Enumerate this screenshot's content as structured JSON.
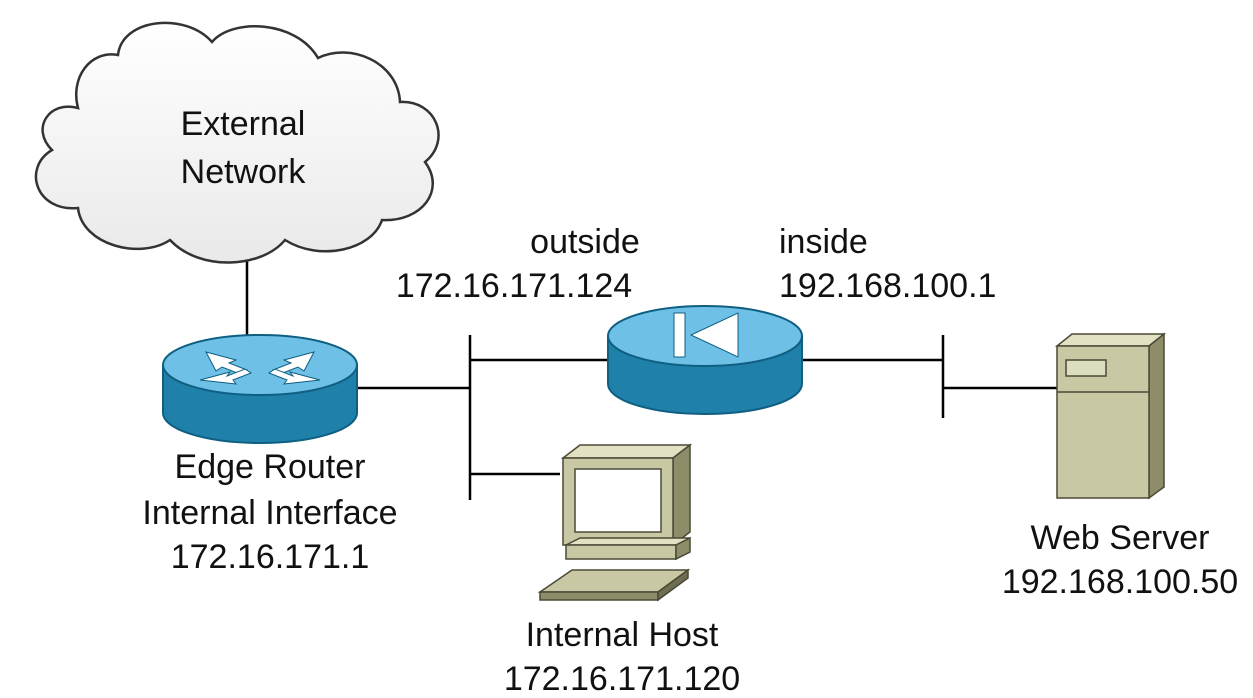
{
  "diagram": {
    "nodes": {
      "external_network": {
        "line1": "External",
        "line2": "Network",
        "icon": "cloud-icon"
      },
      "edge_router": {
        "line1": "Edge Router",
        "line2": "Internal Interface",
        "line3": "172.16.171.1",
        "icon": "router-icon"
      },
      "firewall": {
        "icon": "pix-firewall-icon"
      },
      "internal_host": {
        "line1": "Internal Host",
        "line2": "172.16.171.120",
        "icon": "workstation-icon"
      },
      "web_server": {
        "line1": "Web Server",
        "line2": "192.168.100.50",
        "icon": "server-icon"
      }
    },
    "interfaces": {
      "outside": {
        "name": "outside",
        "ip": "172.16.171.124"
      },
      "inside": {
        "name": "inside",
        "ip": "192.168.100.1"
      }
    },
    "colors": {
      "device_top": "#6fc0e6",
      "device_side": "#1f80a9",
      "device_edge": "#0f5f82",
      "computer_body": "#c9c8a4",
      "computer_dark": "#8e8d6a",
      "line": "#000000"
    }
  }
}
